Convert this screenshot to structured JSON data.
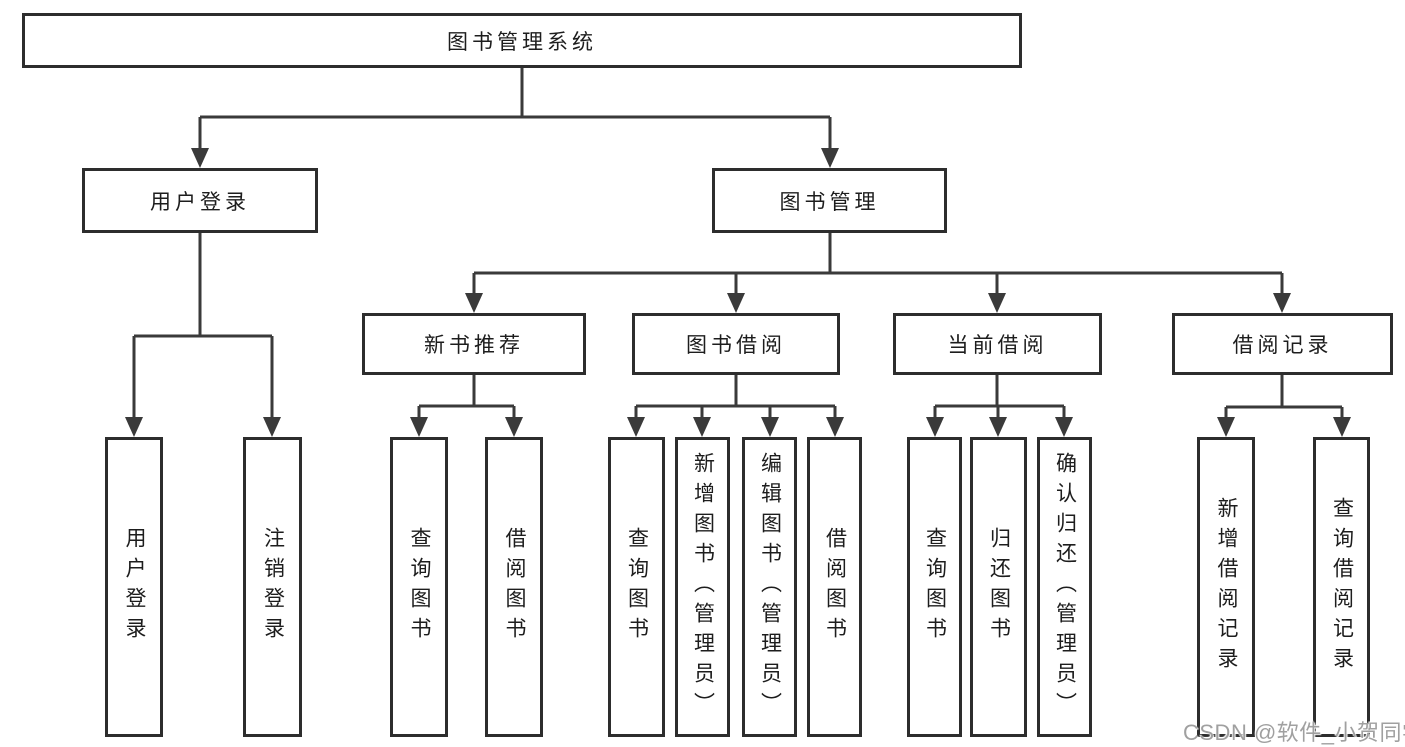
{
  "tree": {
    "label": "图书管理系统",
    "children": [
      {
        "label": "用户登录",
        "children": [
          {
            "label": "用户登录"
          },
          {
            "label": "注销登录"
          }
        ]
      },
      {
        "label": "图书管理",
        "children": [
          {
            "label": "新书推荐",
            "children": [
              {
                "label": "查询图书"
              },
              {
                "label": "借阅图书"
              }
            ]
          },
          {
            "label": "图书借阅",
            "children": [
              {
                "label": "查询图书"
              },
              {
                "label": "新增图书（管理员）"
              },
              {
                "label": "编辑图书（管理员）"
              },
              {
                "label": "借阅图书"
              }
            ]
          },
          {
            "label": "当前借阅",
            "children": [
              {
                "label": "查询图书"
              },
              {
                "label": "归还图书"
              },
              {
                "label": "确认归还（管理员）"
              }
            ]
          },
          {
            "label": "借阅记录",
            "children": [
              {
                "label": "新增借阅记录"
              },
              {
                "label": "查询借阅记录"
              }
            ]
          }
        ]
      }
    ]
  },
  "watermark": "CSDN @软件_小贺同学",
  "colors": {
    "line": "#3a3a3a",
    "box_border": "#2d2d2d",
    "text": "#1d1d1d",
    "watermark": "#a0a0a0",
    "background": "#ffffff"
  }
}
